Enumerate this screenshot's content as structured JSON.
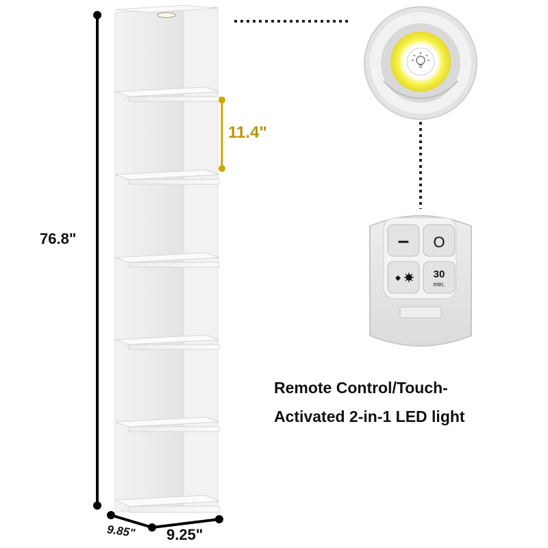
{
  "dimensions": {
    "height": "76.8\"",
    "shelf_gap": "11.4\"",
    "depth": "9.85\"",
    "width": "9.25\""
  },
  "remote": {
    "buttons": {
      "off_symbol": "–",
      "on_symbol": "O",
      "timer_value": "30",
      "timer_unit": "min."
    }
  },
  "caption": {
    "line1": "Remote Control/Touch-",
    "line2": "Activated 2-in-1 LED light"
  },
  "colors": {
    "shelf_white": "#f7f7f7",
    "dimension_accent": "#c9a800",
    "led_yellow": "#f0ee2a",
    "remote_gray": "#e6e6e6"
  }
}
